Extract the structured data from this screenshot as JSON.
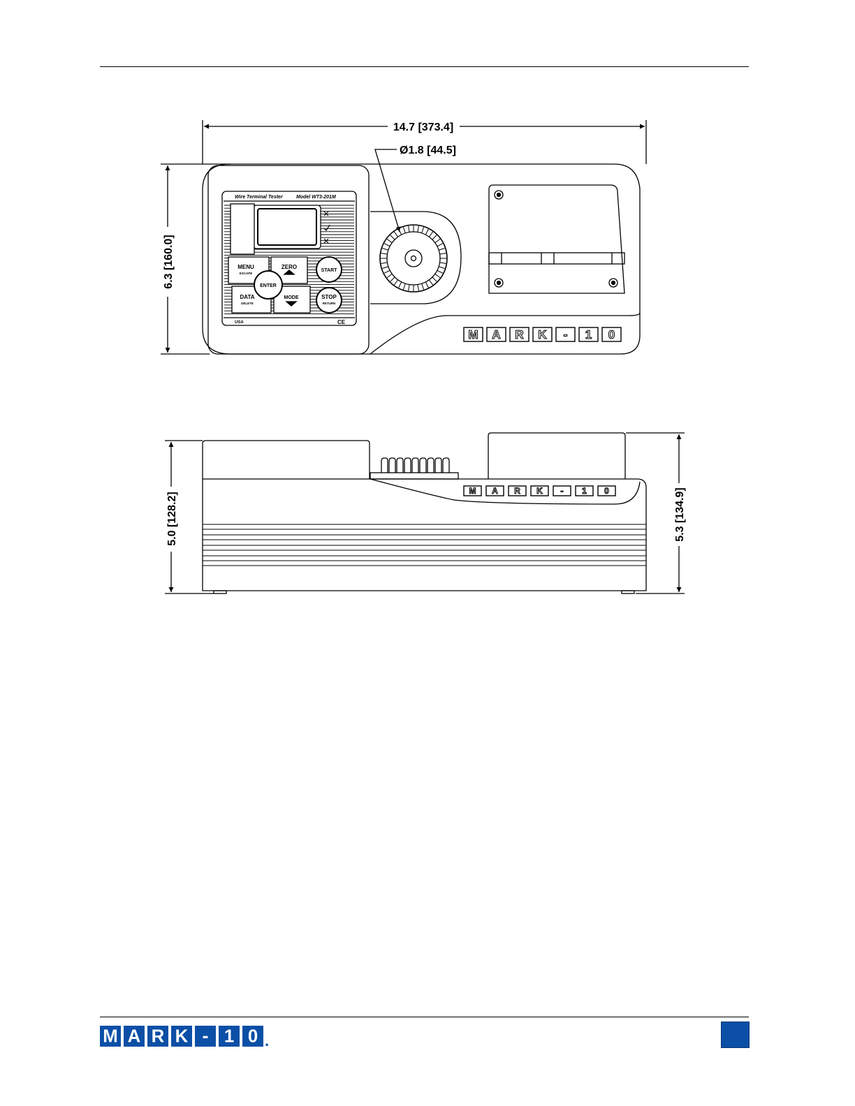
{
  "dimensions": {
    "width": "14.7 [373.4]",
    "dial_diameter": "Ø1.8 [44.5]",
    "height_front": "6.3 [160.0]",
    "height_side_left": "5.0 [128.2]",
    "height_side_right": "5.3 [134.9]"
  },
  "device": {
    "panel_title_left": "Wire Terminal Tester",
    "panel_title_right": "Model WT3-201M",
    "buttons": {
      "menu": "MENU",
      "menu_sub": "ESCAPE",
      "zero": "ZERO",
      "start": "START",
      "enter": "ENTER",
      "data": "DATA",
      "data_sub": "DELETE",
      "mode": "MODE",
      "stop": "STOP",
      "stop_sub": "RETURN"
    },
    "usa_label": "USA",
    "ce_label": "CE",
    "brand_letters": [
      "M",
      "A",
      "R",
      "K",
      "-",
      "1",
      "0"
    ]
  },
  "footer": {
    "logo_letters": [
      "M",
      "A",
      "R",
      "K",
      "-",
      "1",
      "0"
    ],
    "logo_dot": "."
  },
  "colors": {
    "line": "#000000",
    "brand_blue": "#0b4fa6"
  }
}
